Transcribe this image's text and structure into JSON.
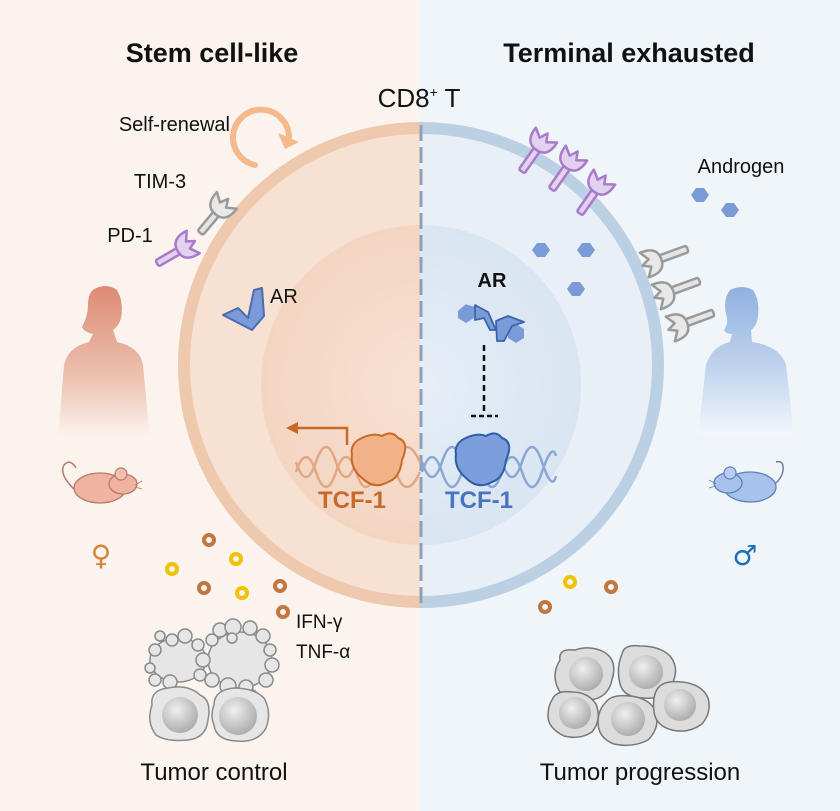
{
  "panels": {
    "left": {
      "title": "Stem cell-like",
      "self_renewal_label": "Self-renewal",
      "tim3_label": "TIM-3",
      "pd1_label": "PD-1",
      "ar_label": "AR",
      "tcf1_label": "TCF-1",
      "cytokines": [
        "IFN-γ",
        "TNF-α"
      ],
      "sex_symbol": "♀",
      "outcome": "Tumor control"
    },
    "right": {
      "title": "Terminal exhausted",
      "androgen_label": "Androgen",
      "ar_label": "AR",
      "tcf1_label": "TCF-1",
      "sex_symbol": "♂",
      "outcome": "Tumor progression"
    }
  },
  "cell_label": {
    "main": "CD8",
    "superscript": "+",
    "suffix": " T"
  },
  "colors": {
    "left_bg": "#fbf3ee",
    "right_bg": "#f0f5fa",
    "left_accent": "#c8692a",
    "right_accent": "#4a74c0",
    "membrane_left": "#efc9ad",
    "membrane_right": "#bcd0e3",
    "pd1": "#a77bc9",
    "androgen": "#7b9bd8"
  },
  "icons": {
    "self_renewal": "circular-arrow-icon",
    "tim3": "receptor-icon",
    "pd1": "receptor-icon",
    "ar": "ar-receptor-icon",
    "androgen": "hexagon-icon",
    "human_female": "female-silhouette-icon",
    "human_male": "male-silhouette-icon",
    "mouse_female": "mouse-icon",
    "mouse_male": "mouse-icon",
    "dna": "dna-helix-icon",
    "tcf1_protein": "protein-blob-icon",
    "tumor": "tumor-cell-icon",
    "inhibition": "inhibition-arrow-icon",
    "activation": "transcription-arrow-icon"
  }
}
